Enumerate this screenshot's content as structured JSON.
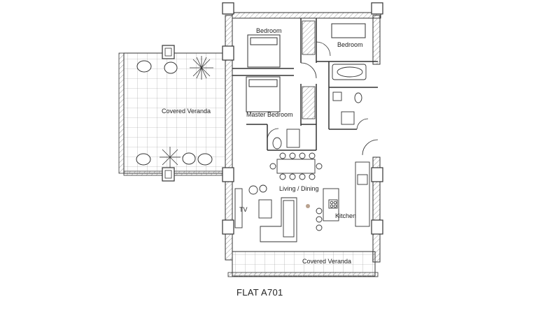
{
  "plan": {
    "caption": "FLAT A701",
    "rooms": {
      "bedroom_1": "Bedroom",
      "bedroom_2": "Bedroom",
      "master_bedroom": "Master Bedroom",
      "covered_veranda_left": "Covered Veranda",
      "living_dining": "Living / Dining",
      "tv": "TV",
      "kitchen": "Kitchen",
      "covered_veranda_bottom": "Covered Veranda"
    }
  },
  "colors": {
    "line": "#333333",
    "wall": "#555555",
    "hatch": "#cfcfcf",
    "accent_dot": "#b9a28f"
  }
}
